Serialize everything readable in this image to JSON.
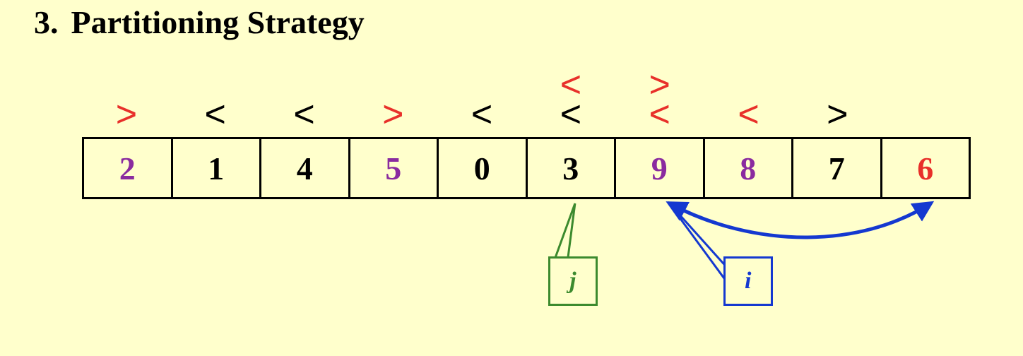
{
  "title": {
    "number": "3.",
    "text": "Partitioning Strategy"
  },
  "colors": {
    "background": "#ffffcc",
    "purple": "#8a2b9f",
    "red": "#e8302a",
    "black": "#000000",
    "green": "#3c8a2e",
    "blue": "#1438d0"
  },
  "cells": [
    {
      "value": "2",
      "color": "#8a2b9f"
    },
    {
      "value": "1",
      "color": "#000000"
    },
    {
      "value": "4",
      "color": "#000000"
    },
    {
      "value": "5",
      "color": "#8a2b9f"
    },
    {
      "value": "0",
      "color": "#000000"
    },
    {
      "value": "3",
      "color": "#000000"
    },
    {
      "value": "9",
      "color": "#8a2b9f"
    },
    {
      "value": "8",
      "color": "#8a2b9f"
    },
    {
      "value": "7",
      "color": "#000000"
    },
    {
      "value": "6",
      "color": "#e8302a"
    }
  ],
  "comparisons": [
    {
      "cell": 0,
      "row": "lower",
      "symbol": ">",
      "color": "#e8302a"
    },
    {
      "cell": 1,
      "row": "lower",
      "symbol": "<",
      "color": "#000000"
    },
    {
      "cell": 2,
      "row": "lower",
      "symbol": "<",
      "color": "#000000"
    },
    {
      "cell": 3,
      "row": "lower",
      "symbol": ">",
      "color": "#e8302a"
    },
    {
      "cell": 4,
      "row": "lower",
      "symbol": "<",
      "color": "#000000"
    },
    {
      "cell": 5,
      "row": "lower",
      "symbol": "<",
      "color": "#000000"
    },
    {
      "cell": 5,
      "row": "upper",
      "symbol": "<",
      "color": "#e8302a"
    },
    {
      "cell": 6,
      "row": "lower",
      "symbol": "<",
      "color": "#e8302a"
    },
    {
      "cell": 6,
      "row": "upper",
      "symbol": ">",
      "color": "#e8302a"
    },
    {
      "cell": 7,
      "row": "lower",
      "symbol": "<",
      "color": "#e8302a"
    },
    {
      "cell": 8,
      "row": "lower",
      "symbol": ">",
      "color": "#000000"
    }
  ],
  "pointers": {
    "j": {
      "label": "j",
      "cell": 5,
      "color": "#3c8a2e"
    },
    "i": {
      "label": "i",
      "cell": 6,
      "color": "#1438d0"
    }
  },
  "swap": {
    "from_cell": 6,
    "to_cell": 9,
    "color": "#1438d0"
  }
}
